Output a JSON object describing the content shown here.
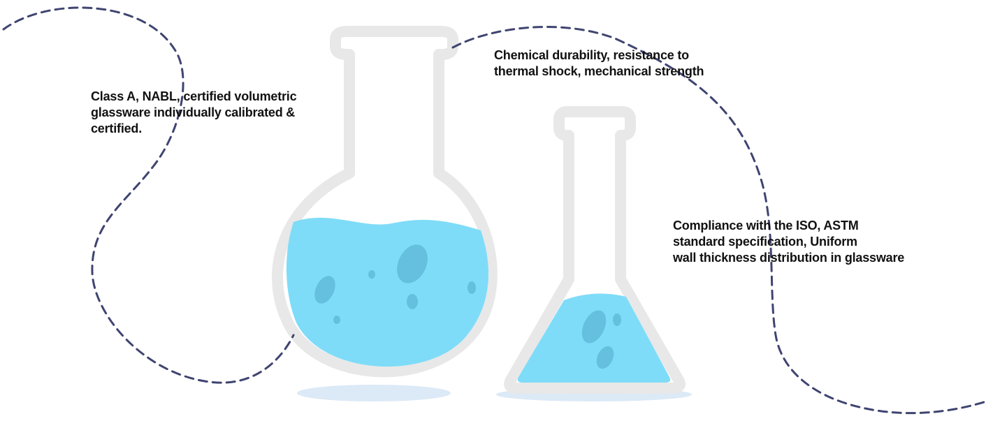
{
  "colors": {
    "background": "#ffffff",
    "dash_line": "#3f4470",
    "glass": "#e8e8e8",
    "liquid": "#7fdcf8",
    "bubble": "#4ea9c9",
    "shadow": "#dce9f6",
    "text": "#111111"
  },
  "features": [
    {
      "lines": [
        "Class A, NABL, certified volumetric",
        "glassware individually calibrated &",
        "certified."
      ]
    },
    {
      "lines": [
        "Chemical durability, resistance to",
        "thermal shock, mechanical strength"
      ]
    },
    {
      "lines": [
        "Compliance with the ISO, ASTM",
        "standard specification, Uniform",
        "wall thickness distribution in glassware"
      ]
    }
  ],
  "icons": [
    "round-bottom-flask-icon",
    "erlenmeyer-flask-icon",
    "dashed-path-decoration"
  ]
}
